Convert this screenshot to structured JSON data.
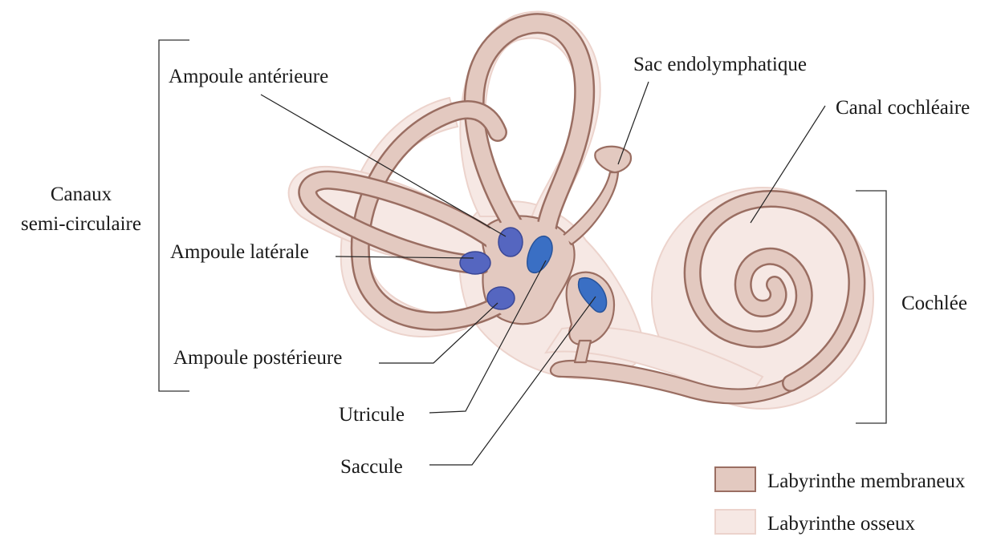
{
  "colors": {
    "membranous_fill": "#e3c9c0",
    "membranous_stroke": "#9a6e62",
    "bony_fill": "#f6e8e4",
    "bony_stroke": "#ecd3cc",
    "ampulla_blue": "#5566c0",
    "macula_blue": "#3a6fc4"
  },
  "labels": {
    "ampoule_anterieure": "Ampoule antérieure",
    "ampoule_laterale": "Ampoule latérale",
    "ampoule_posterieure": "Ampoule postérieure",
    "utricule": "Utricule",
    "saccule": "Saccule",
    "sac_endolymphatique": "Sac endolymphatique",
    "canal_cochleaire": "Canal cochléaire",
    "canaux_line1": "Canaux",
    "canaux_line2": "semi-circulaire",
    "cochlee": "Cochlée"
  },
  "legend": {
    "membranous": "Labyrinthe membraneux",
    "bony": "Labyrinthe osseux"
  }
}
